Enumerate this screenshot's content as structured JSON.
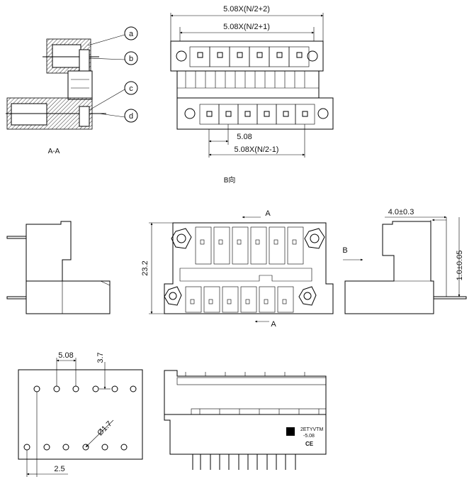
{
  "labels": {
    "a": "a",
    "b": "b",
    "c": "c",
    "d": "d",
    "section_aa": "A-A",
    "view_b": "B向",
    "arrow_a_top": "A",
    "arrow_a_bottom": "A",
    "arrow_b": "B"
  },
  "dimensions": {
    "top_total": "5.08X(N/2+2)",
    "top_inner": "5.08X(N/2+1)",
    "pitch": "5.08",
    "bottom_span": "5.08X(N/2-1)",
    "height": "23.2",
    "side_width": "4.0±0.3",
    "side_offset": "1.0±0.05",
    "pcb_pitch": "5.08",
    "pcb_row": "3.7",
    "hole_dia": "Ø1.7",
    "edge_offset": "2.5"
  },
  "marking": {
    "part_line1": "2ETYVTM",
    "part_line2": "-5.08",
    "ce": "CE"
  }
}
